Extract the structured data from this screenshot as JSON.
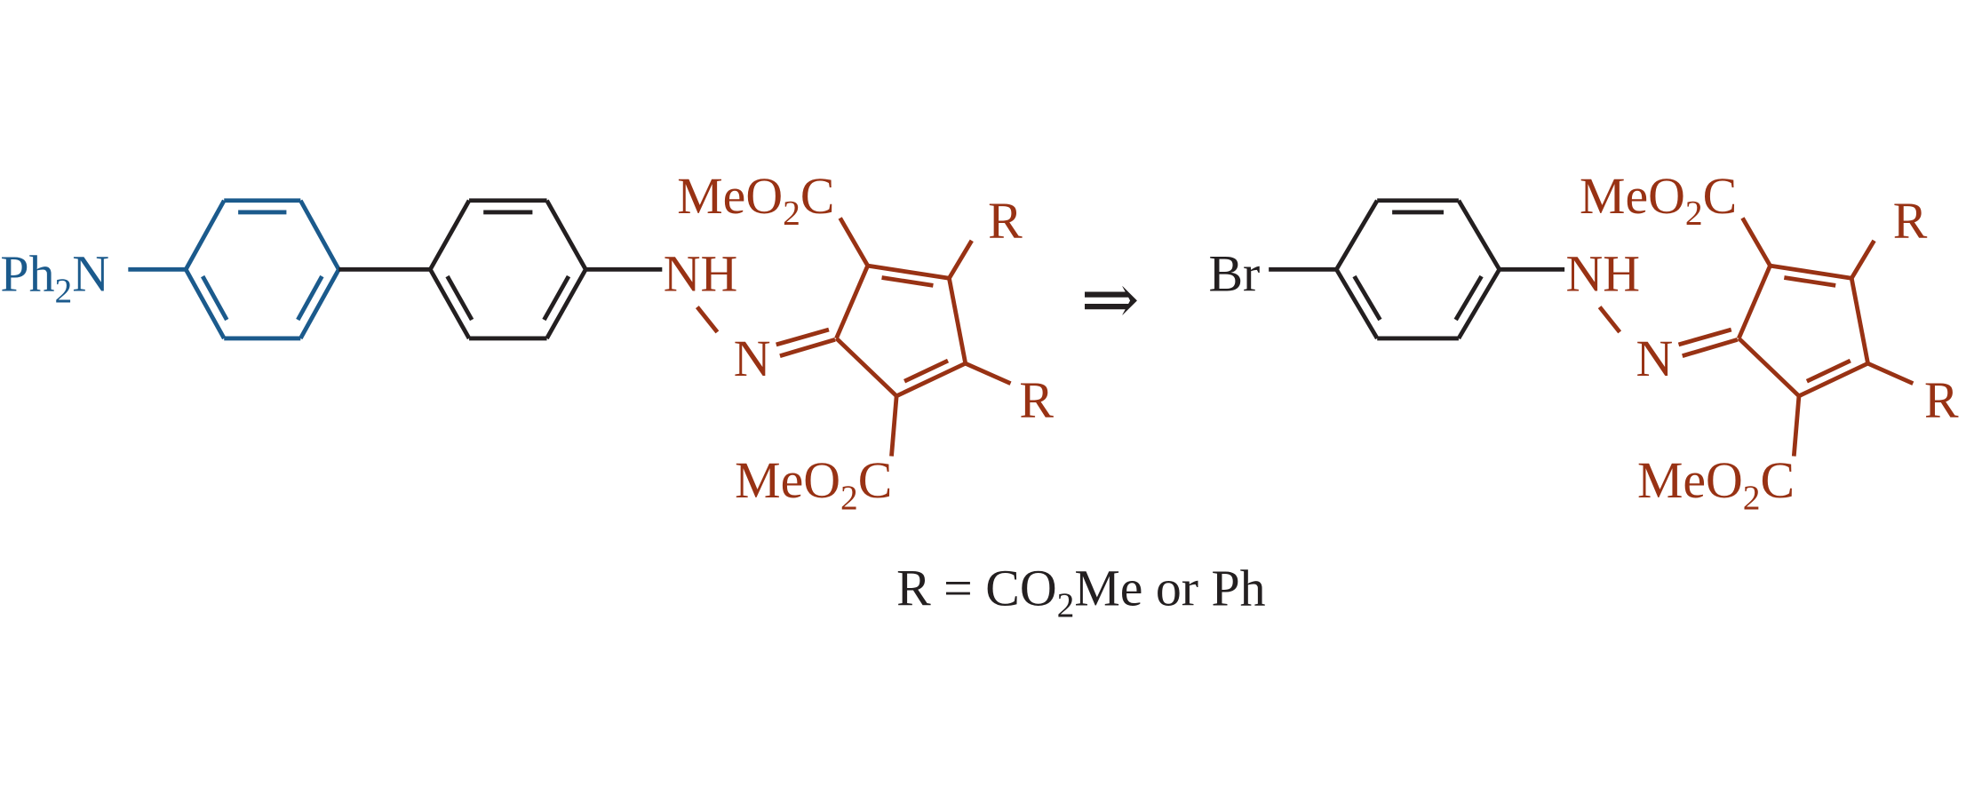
{
  "colors": {
    "blue": "#1b5a8c",
    "brown": "#983214",
    "black": "#231f20"
  },
  "left_molecule": {
    "amine": {
      "main": "Ph",
      "sub": "2",
      "tail": "N"
    },
    "nh": "NH",
    "n": "N",
    "ester_top": {
      "main": "MeO",
      "sub": "2",
      "tail": "C"
    },
    "ester_bottom": {
      "main": "MeO",
      "sub": "2",
      "tail": "C"
    },
    "r_top": "R",
    "r_bottom": "R"
  },
  "arrow": "⇒",
  "right_molecule": {
    "halogen": "Br",
    "nh": "NH",
    "n": "N",
    "ester_top": {
      "main": "MeO",
      "sub": "2",
      "tail": "C"
    },
    "ester_bottom": {
      "main": "MeO",
      "sub": "2",
      "tail": "C"
    },
    "r_top": "R",
    "r_bottom": "R"
  },
  "caption": {
    "pre": "R = CO",
    "sub": "2",
    "post": "Me or Ph"
  }
}
